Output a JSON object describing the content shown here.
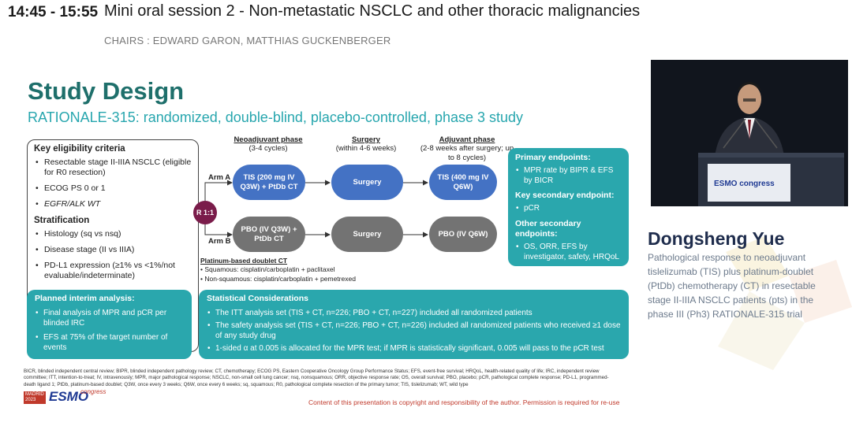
{
  "header": {
    "time": "14:45 - 15:55",
    "session_title": "Mini oral session 2 - Non-metastatic NSCLC and other thoracic malignancies",
    "chairs": "CHAIRS : EDWARD GARON, MATTHIAS GUCKENBERGER"
  },
  "slide": {
    "title": "Study Design",
    "subtitle": "RATIONALE-315: randomized, double-blind, placebo-controlled, phase 3 study",
    "eligibility": {
      "heading": "Key eligibility criteria",
      "items": [
        "Resectable stage II-IIIA NSCLC (eligible for R0 resection)",
        "ECOG PS 0 or 1",
        "EGFR/ALK WT"
      ],
      "strat_heading": "Stratification",
      "strat_items": [
        "Histology (sq vs nsq)",
        "Disease stage (II vs IIIA)",
        "PD-L1 expression (≥1% vs <1%/not evaluable/indeterminate)"
      ]
    },
    "phases": {
      "neoadjuvant": {
        "title": "Neoadjuvant phase",
        "detail": "(3-4 cycles)"
      },
      "surgery": {
        "title": "Surgery",
        "detail": "(within 4-6 weeks)"
      },
      "adjuvant": {
        "title": "Adjuvant phase",
        "detail": "(2-8 weeks after surgery; up to 8 cycles)"
      }
    },
    "randomization": "R 1:1",
    "arm_a": {
      "label": "Arm A",
      "neo": "TIS (200 mg IV Q3W) + PtDb CT",
      "surgery": "Surgery",
      "adj": "TIS (400 mg IV Q6W)"
    },
    "arm_b": {
      "label": "Arm B",
      "neo": "PBO (IV Q3W) + PtDb CT",
      "surgery": "Surgery",
      "adj": "PBO (IV Q6W)"
    },
    "doublet": {
      "title": "Platinum-based doublet CT",
      "squamous": "Squamous: cisplatin/carboplatin + paclitaxel",
      "nonsquamous": "Non-squamous: cisplatin/carboplatin + pemetrexed"
    },
    "endpoints": {
      "primary_heading": "Primary endpoints:",
      "primary_items": [
        "MPR rate by BIPR & EFS by BICR"
      ],
      "key_secondary_heading": "Key secondary endpoint:",
      "key_secondary_items": [
        "pCR"
      ],
      "other_heading": "Other secondary endpoints:",
      "other_items": [
        "OS, ORR, EFS by investigator, safety, HRQoL"
      ]
    },
    "interim": {
      "heading": "Planned interim analysis:",
      "items": [
        "Final analysis of MPR and pCR per blinded IRC",
        "EFS at 75% of the target number of events"
      ]
    },
    "stats": {
      "heading": "Statistical Considerations",
      "items": [
        "The ITT analysis set (TIS + CT, n=226; PBO + CT, n=227) included all randomized patients",
        "The safety analysis set (TIS + CT, n=226; PBO + CT, n=226) included all randomized patients who received ≥1 dose of any study drug",
        "1-sided α at 0.005 is allocated for the MPR test; if MPR is statistically significant, 0.005 will pass to the pCR test"
      ]
    },
    "footnote": "BICR, blinded independent central review; BIPR, blinded independent pathology review; CT, chemotherapy; ECOG PS, Eastern Cooperative Oncology Group Performance Status; EFS, event-free survival; HRQoL, health-related quality of life; IRC, independent review committee; ITT, intention-to-treat; IV, intravenously; MPR, major pathological response; NSCLC, non-small cell lung cancer; nsq, nonsquamous; ORR, objective response rate; OS, overall survival; PBO, placebo; pCR, pathological complete response; PD-L1, programmed-death ligand 1; PtDb, platinum-based doublet; Q3W, once every 3 weeks; Q6W, once every 6 weeks; sq, squamous; R0, pathological complete resection of the primary tumor; TIS, tislelizumab; WT, wild type",
    "copyright": "Content of this presentation is copyright and responsibility of the author. Permission is required for re-use",
    "logo": {
      "city": "MADRID",
      "year": "2023",
      "brand": "ESMO",
      "word": "congress"
    }
  },
  "speaker": {
    "name": "Dongsheng Yue",
    "talk": "Pathological response to neoadjuvant tislelizumab (TIS) plus platinum-doublet (PtDb) chemotherapy (CT) in resectable stage II-IIIA NSCLC patients (pts) in the phase III (Ph3) RATIONALE-315 trial",
    "podium_logo": "ESMO congress"
  },
  "colors": {
    "teal": "#2aa7ad",
    "title_green": "#1e6f6b",
    "arm_a_blue": "#4472c4",
    "arm_b_grey": "#737373",
    "randomization": "#7a1c4a",
    "speaker_name": "#1f2d4d"
  }
}
